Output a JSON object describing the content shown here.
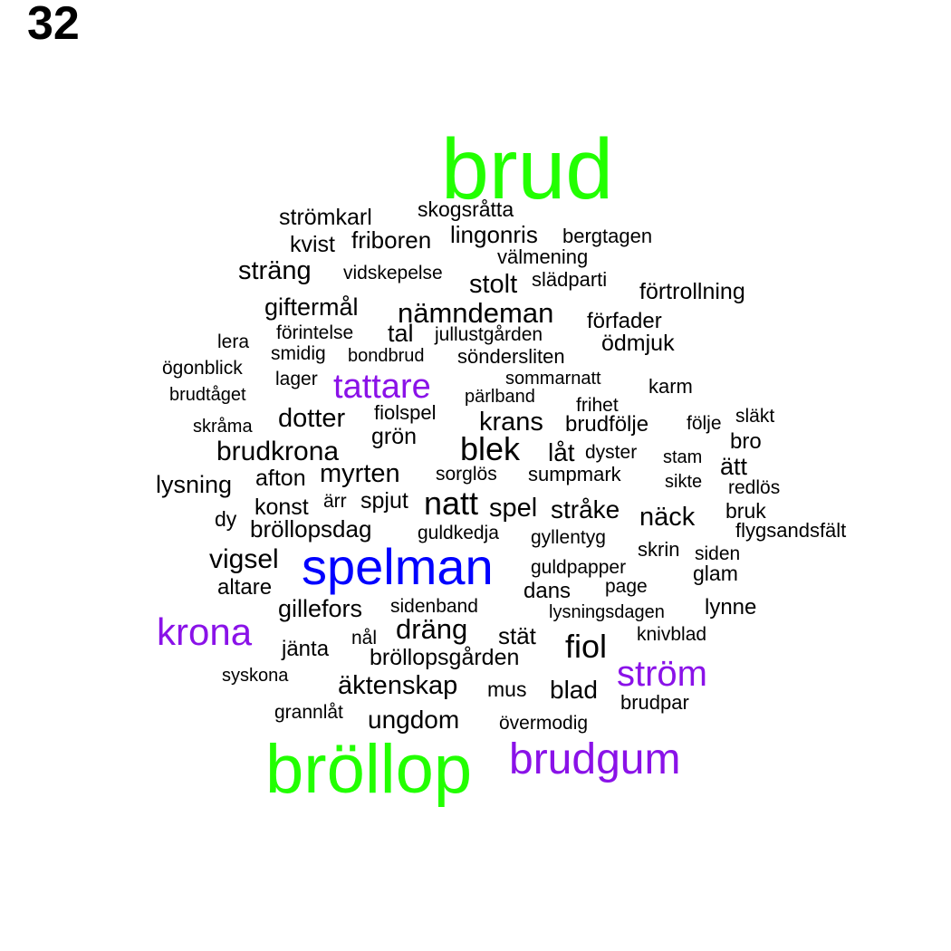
{
  "panel_label": "32",
  "colors": {
    "default": "#000000",
    "green": "#22ff00",
    "blue": "#0000ff",
    "purple": "#8a12e8"
  },
  "words": [
    {
      "text": "brud",
      "color": "green"
    },
    {
      "text": "spelman",
      "color": "blue"
    },
    {
      "text": "bröllop",
      "color": "green"
    },
    {
      "text": "brudgum",
      "color": "purple"
    },
    {
      "text": "krona",
      "color": "purple"
    },
    {
      "text": "ström",
      "color": "purple"
    },
    {
      "text": "tattare",
      "color": "purple"
    },
    {
      "text": "strömkarl",
      "color": "default"
    },
    {
      "text": "skogsråtta",
      "color": "default"
    },
    {
      "text": "kvist",
      "color": "default"
    },
    {
      "text": "friboren",
      "color": "default"
    },
    {
      "text": "lingonris",
      "color": "default"
    },
    {
      "text": "bergtagen",
      "color": "default"
    },
    {
      "text": "välmening",
      "color": "default"
    },
    {
      "text": "sträng",
      "color": "default"
    },
    {
      "text": "vidskepelse",
      "color": "default"
    },
    {
      "text": "stolt",
      "color": "default"
    },
    {
      "text": "slädparti",
      "color": "default"
    },
    {
      "text": "förtrollning",
      "color": "default"
    },
    {
      "text": "giftermål",
      "color": "default"
    },
    {
      "text": "nämndeman",
      "color": "default"
    },
    {
      "text": "förfader",
      "color": "default"
    },
    {
      "text": "förintelse",
      "color": "default"
    },
    {
      "text": "tal",
      "color": "default"
    },
    {
      "text": "jullustgården",
      "color": "default"
    },
    {
      "text": "lera",
      "color": "default"
    },
    {
      "text": "ödmjuk",
      "color": "default"
    },
    {
      "text": "smidig",
      "color": "default"
    },
    {
      "text": "bondbrud",
      "color": "default"
    },
    {
      "text": "söndersliten",
      "color": "default"
    },
    {
      "text": "ögonblick",
      "color": "default"
    },
    {
      "text": "lager",
      "color": "default"
    },
    {
      "text": "sommarnatt",
      "color": "default"
    },
    {
      "text": "karm",
      "color": "default"
    },
    {
      "text": "brudtåget",
      "color": "default"
    },
    {
      "text": "pärlband",
      "color": "default"
    },
    {
      "text": "frihet",
      "color": "default"
    },
    {
      "text": "fiolspel",
      "color": "default"
    },
    {
      "text": "dotter",
      "color": "default"
    },
    {
      "text": "krans",
      "color": "default"
    },
    {
      "text": "brudfölje",
      "color": "default"
    },
    {
      "text": "följe",
      "color": "default"
    },
    {
      "text": "släkt",
      "color": "default"
    },
    {
      "text": "skråma",
      "color": "default"
    },
    {
      "text": "grön",
      "color": "default"
    },
    {
      "text": "bro",
      "color": "default"
    },
    {
      "text": "brudkrona",
      "color": "default"
    },
    {
      "text": "blek",
      "color": "default"
    },
    {
      "text": "låt",
      "color": "default"
    },
    {
      "text": "dyster",
      "color": "default"
    },
    {
      "text": "stam",
      "color": "default"
    },
    {
      "text": "ätt",
      "color": "default"
    },
    {
      "text": "myrten",
      "color": "default"
    },
    {
      "text": "sorglös",
      "color": "default"
    },
    {
      "text": "sumpmark",
      "color": "default"
    },
    {
      "text": "afton",
      "color": "default"
    },
    {
      "text": "lysning",
      "color": "default"
    },
    {
      "text": "sikte",
      "color": "default"
    },
    {
      "text": "redlös",
      "color": "default"
    },
    {
      "text": "natt",
      "color": "default"
    },
    {
      "text": "konst",
      "color": "default"
    },
    {
      "text": "ärr",
      "color": "default"
    },
    {
      "text": "spjut",
      "color": "default"
    },
    {
      "text": "spel",
      "color": "default"
    },
    {
      "text": "stråke",
      "color": "default"
    },
    {
      "text": "bruk",
      "color": "default"
    },
    {
      "text": "näck",
      "color": "default"
    },
    {
      "text": "dy",
      "color": "default"
    },
    {
      "text": "bröllopsdag",
      "color": "default"
    },
    {
      "text": "guldkedja",
      "color": "default"
    },
    {
      "text": "gyllentyg",
      "color": "default"
    },
    {
      "text": "flygsandsfält",
      "color": "default"
    },
    {
      "text": "skrin",
      "color": "default"
    },
    {
      "text": "siden",
      "color": "default"
    },
    {
      "text": "vigsel",
      "color": "default"
    },
    {
      "text": "guldpapper",
      "color": "default"
    },
    {
      "text": "glam",
      "color": "default"
    },
    {
      "text": "altare",
      "color": "default"
    },
    {
      "text": "dans",
      "color": "default"
    },
    {
      "text": "page",
      "color": "default"
    },
    {
      "text": "gillefors",
      "color": "default"
    },
    {
      "text": "sidenband",
      "color": "default"
    },
    {
      "text": "lynne",
      "color": "default"
    },
    {
      "text": "lysningsdagen",
      "color": "default"
    },
    {
      "text": "dräng",
      "color": "default"
    },
    {
      "text": "stät",
      "color": "default"
    },
    {
      "text": "knivblad",
      "color": "default"
    },
    {
      "text": "nål",
      "color": "default"
    },
    {
      "text": "fiol",
      "color": "default"
    },
    {
      "text": "jänta",
      "color": "default"
    },
    {
      "text": "bröllopsgården",
      "color": "default"
    },
    {
      "text": "syskona",
      "color": "default"
    },
    {
      "text": "äktenskap",
      "color": "default"
    },
    {
      "text": "mus",
      "color": "default"
    },
    {
      "text": "blad",
      "color": "default"
    },
    {
      "text": "brudpar",
      "color": "default"
    },
    {
      "text": "grannlåt",
      "color": "default"
    },
    {
      "text": "ungdom",
      "color": "default"
    },
    {
      "text": "övermodig",
      "color": "default"
    }
  ]
}
